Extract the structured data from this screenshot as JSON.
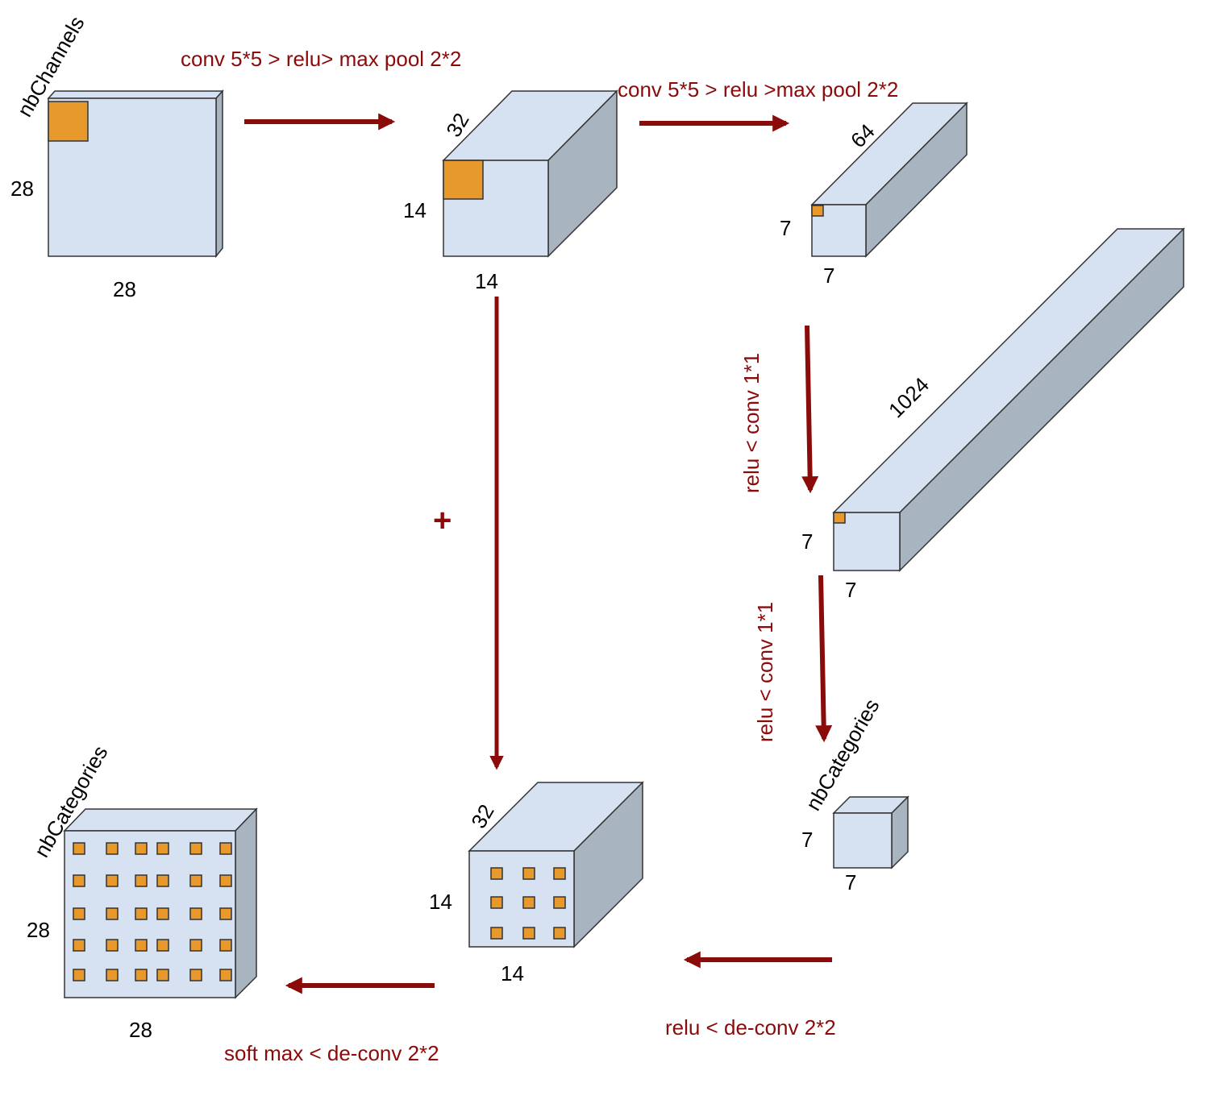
{
  "colors": {
    "face": "#d6e2f2",
    "top": "#d6e2f2",
    "side": "#a8b4c0",
    "patch": "#e8992b",
    "arrow": "#8b0a0a"
  },
  "blocks": {
    "input": {
      "depth_label": "nbChannels",
      "height_label": "28",
      "width_label": "28"
    },
    "conv1": {
      "depth_label": "32",
      "height_label": "14",
      "width_label": "14"
    },
    "conv2": {
      "depth_label": "64",
      "height_label": "7",
      "width_label": "7"
    },
    "fc": {
      "depth_label": "1024",
      "height_label": "7",
      "width_label": "7"
    },
    "score": {
      "depth_label": "nbCategories",
      "height_label": "7",
      "width_label": "7"
    },
    "up1": {
      "depth_label": "32",
      "height_label": "14",
      "width_label": "14"
    },
    "output": {
      "depth_label": "nbCategories",
      "height_label": "28",
      "width_label": "28"
    }
  },
  "operations": {
    "op1": "conv 5*5 > relu> max pool  2*2",
    "op2": "conv 5*5 > relu >max pool  2*2",
    "op3": "relu <  conv 1*1",
    "op4": "relu <  conv 1*1",
    "op5": "relu < de-conv 2*2",
    "op6": "soft max <   de-conv 2*2",
    "skip": "+"
  }
}
